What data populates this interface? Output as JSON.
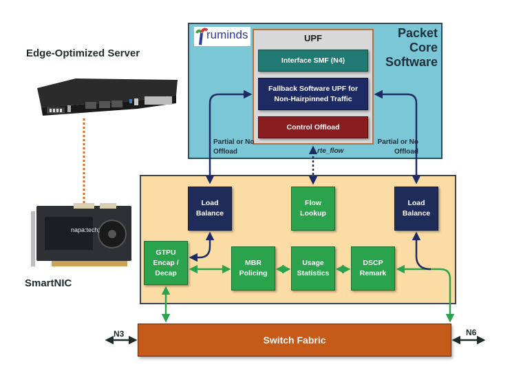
{
  "hardware": {
    "server_label": "Edge-Optimized Server",
    "smartnic_label": "SmartNIC",
    "smartnic_brand": "napa:tech;"
  },
  "packet_core": {
    "title_lines": [
      "Packet",
      "Core",
      "Software"
    ],
    "logo_text": "ruminds",
    "logo_letter": "T",
    "upf": {
      "title": "UPF",
      "blocks": [
        {
          "label": "Interface SMF (N4)",
          "color": "#207a73"
        },
        {
          "label": "Fallback Software UPF for Non-Hairpinned Traffic",
          "color": "#1e2a63"
        },
        {
          "label": "Control Offload",
          "color": "#8a1d1f"
        }
      ]
    },
    "left_offload_label": "Partial or No Offload",
    "right_offload_label": "Partial or No Offload",
    "rte_flow_label": "rte_flow"
  },
  "smartnic_pipeline": {
    "load_balance_left": "Load Balance",
    "flow_lookup": "Flow Lookup",
    "load_balance_right": "Load Balance",
    "gtpu": "GTPU Encap / Decap",
    "mbr": "MBR Policing",
    "usage": "Usage Statistics",
    "dscp": "DSCP Remark"
  },
  "switch_fabric": {
    "label": "Switch Fabric",
    "left_port": "N3",
    "right_port": "N6"
  },
  "colors": {
    "packet_core_bg": "#7cc7d6",
    "smartnic_bg": "#fbdca4",
    "switch_fabric": "#c65a18",
    "green_block": "#2aa34c",
    "navy_block": "#1f2c5a",
    "green_arrow": "#2aa34c",
    "navy_arrow": "#1e2a63"
  }
}
